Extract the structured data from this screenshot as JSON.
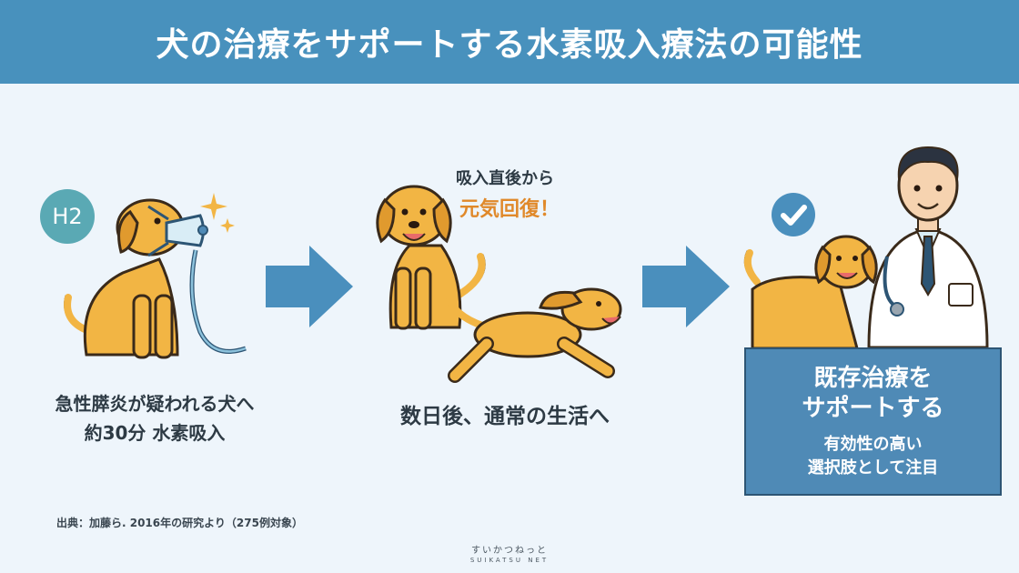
{
  "header": {
    "title": "犬の治療をサポートする水素吸入療法の可能性"
  },
  "panel1": {
    "h2_badge": "H2",
    "caption_line1": "急性膵炎が疑われる犬へ",
    "caption_line2": "約30分 水素吸入"
  },
  "panel2": {
    "callout_line1": "吸入直後から",
    "callout_line2": "元気回復！",
    "caption": "数日後、通常の生活へ"
  },
  "panel3": {
    "result_title_line1": "既存治療を",
    "result_title_line2": "サポートする",
    "result_sub_line1": "有効性の高い",
    "result_sub_line2": "選択肢として注目"
  },
  "footer": {
    "source": "出典：加藤ら. 2016年の研究より（275例対象）",
    "brand_jp": "すいかつねっと",
    "brand_en": "SUIKATSU NET"
  },
  "colors": {
    "banner": "#4891bd",
    "background": "#eef5fb",
    "arrow": "#4a8fbd",
    "dog": "#f2b544",
    "accent_orange": "#e0892a",
    "result_box": "#4f8ab6"
  }
}
